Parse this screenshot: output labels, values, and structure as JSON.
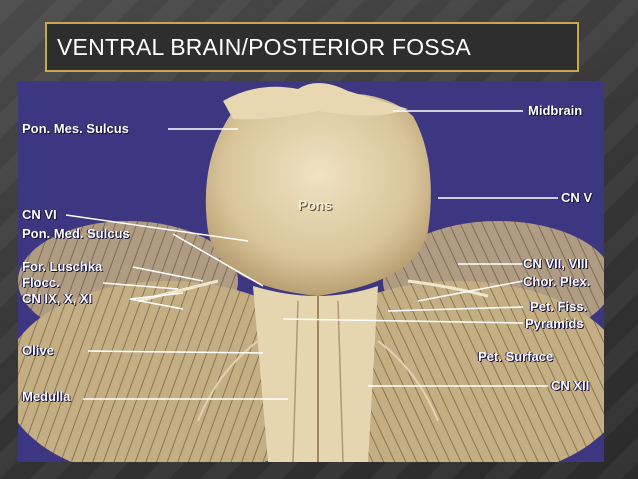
{
  "slide": {
    "title": "VENTRAL BRAIN/POSTERIOR FOSSA",
    "accent_color": "#c9a84c",
    "background_color": "#3b3b3b"
  },
  "figure": {
    "labels": {
      "pon_mes_sulcus": "Pon. Mes. Sulcus",
      "midbrain": "Midbrain",
      "pons": "Pons",
      "cn_v": "CN V",
      "cn_vi": "CN VI",
      "pon_med_sulcus": "Pon. Med. Sulcus",
      "for_luschka": "For. Luschka",
      "flocc": "Flocc.",
      "cn_ix_x_xi": "CN IX, X, XI",
      "cn_vii_viii": "CN VII, VIII",
      "chor_plex": "Chor. Plex.",
      "pet_fiss": "Pet. Fiss.",
      "pyramids": "Pyramids",
      "olive": "Olive",
      "pet_surface": "Pet. Surface",
      "medulla": "Medulla",
      "cn_xii": "CN XII"
    }
  }
}
